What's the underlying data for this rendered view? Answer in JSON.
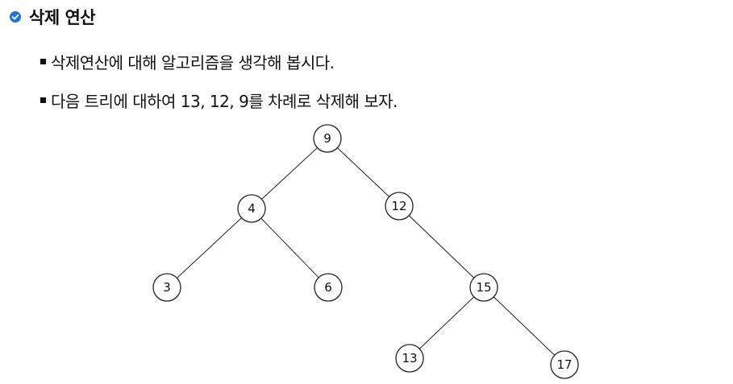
{
  "title": {
    "text": "삭제 연산",
    "icon": "check-circle-icon",
    "icon_color": "#1e73d8"
  },
  "bullets": [
    "삭제연산에 대해 알고리즘을 생각해 봅시다.",
    "다음 트리에 대하여 13, 12, 9를 차례로 삭제해 보자."
  ],
  "tree": {
    "nodes": [
      {
        "id": "n9",
        "label": "9"
      },
      {
        "id": "n4",
        "label": "4"
      },
      {
        "id": "n12",
        "label": "12"
      },
      {
        "id": "n3",
        "label": "3"
      },
      {
        "id": "n6",
        "label": "6"
      },
      {
        "id": "n15",
        "label": "15"
      },
      {
        "id": "n13",
        "label": "13"
      },
      {
        "id": "n17",
        "label": "17"
      }
    ],
    "edges": [
      [
        "n9",
        "n4"
      ],
      [
        "n9",
        "n12"
      ],
      [
        "n4",
        "n3"
      ],
      [
        "n4",
        "n6"
      ],
      [
        "n12",
        "n15"
      ],
      [
        "n15",
        "n13"
      ],
      [
        "n15",
        "n17"
      ]
    ]
  }
}
